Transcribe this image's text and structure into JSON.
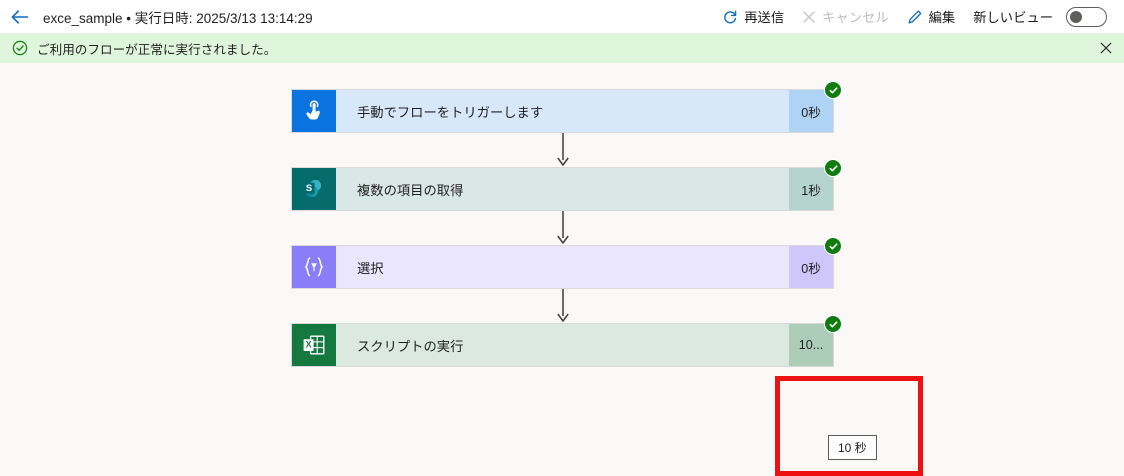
{
  "header": {
    "back_icon": "arrow-left-icon",
    "title": "exce_sample • 実行日時: 2025/3/13 13:14:29",
    "actions": [
      {
        "id": "resubmit",
        "label": "再送信",
        "icon": "refresh-icon",
        "enabled": true,
        "color": "#0f6cbd"
      },
      {
        "id": "cancel",
        "label": "キャンセル",
        "icon": "close-icon",
        "enabled": false,
        "color": "#bdbdbd"
      },
      {
        "id": "edit",
        "label": "編集",
        "icon": "pencil-icon",
        "enabled": true,
        "color": "#0f6cbd"
      }
    ],
    "new_view_label": "新しいビュー",
    "toggle_state": "off"
  },
  "notification": {
    "icon": "check-circle-icon",
    "message": "ご利用のフローが正常に実行されました。",
    "close_icon": "close-icon",
    "background": "#dff6dd",
    "accent": "#107c10"
  },
  "flow": {
    "steps": [
      {
        "icon_name": "manual-trigger-hand-icon",
        "label": "手動でフローをトリガーします",
        "duration": "0秒",
        "status": "succeeded",
        "status_icon": "check-circle-icon",
        "body_color": "#d7e8fb",
        "duration_color": "#aed3f5",
        "icon_color": "#0a73e0"
      },
      {
        "icon_name": "sharepoint-icon",
        "label": "複数の項目の取得",
        "duration": "1秒",
        "status": "succeeded",
        "status_icon": "check-circle-icon",
        "body_color": "#d9e8e6",
        "duration_color": "#b5d4d0",
        "icon_color": "#056b6b"
      },
      {
        "icon_name": "select-braces-icon",
        "label": "選択",
        "duration": "0秒",
        "status": "succeeded",
        "status_icon": "check-circle-icon",
        "body_color": "#eae6fd",
        "duration_color": "#cfc6fb",
        "icon_color": "#8a7ef8"
      },
      {
        "icon_name": "excel-icon",
        "label": "スクリプトの実行",
        "duration": "10...",
        "status": "succeeded",
        "status_icon": "check-circle-icon",
        "body_color": "#dbe9e0",
        "duration_color": "#aecdb8",
        "icon_color": "#13793f"
      }
    ],
    "connector_icon": "arrow-down-icon"
  },
  "tooltip": {
    "text": "10 秒"
  },
  "annotation": {
    "color": "#ee1111"
  }
}
